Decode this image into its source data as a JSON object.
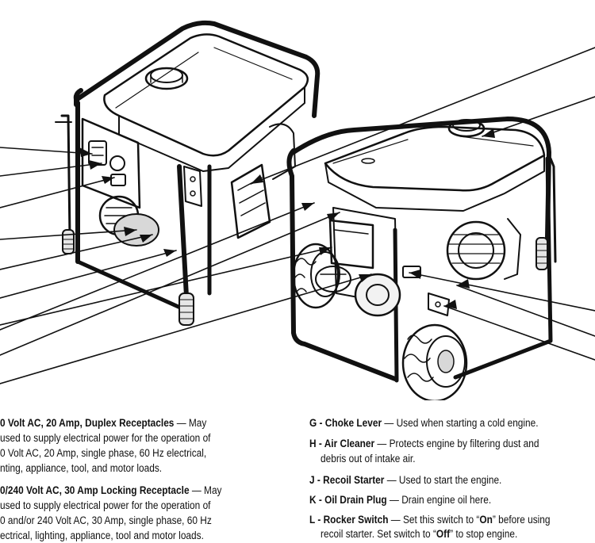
{
  "left_column": {
    "item_a": {
      "term": "0 Volt AC, 20 Amp, Duplex Receptacles",
      "dash": " — ",
      "line1_rest": "May",
      "line2": "used to supply electrical power for the operation of",
      "line3": "0 Volt AC, 20 Amp, single phase, 60 Hz electrical,",
      "line4": "nting, appliance, tool, and motor loads."
    },
    "item_b": {
      "term": "0/240 Volt AC, 30 Amp Locking Receptacle",
      "dash": " — ",
      "line1_rest": "May",
      "line2": "used to supply electrical power for the operation of",
      "line3": "0 and/or 240 Volt AC, 30 Amp, single phase, 60 Hz",
      "line4": "ectrical, lighting, appliance, tool and motor loads."
    }
  },
  "right_column": {
    "item_g": {
      "term": "G - Choke Lever",
      "dash": " — ",
      "rest": "Used when starting a cold engine."
    },
    "item_h": {
      "term": "H - Air Cleaner",
      "dash": " — ",
      "rest": "Protects engine by filtering dust and",
      "line2": "debris out of intake air."
    },
    "item_j": {
      "term": "J - Recoil Starter",
      "dash": " — ",
      "rest": "Used to start the engine."
    },
    "item_k": {
      "term": "K - Oil Drain Plug",
      "dash": " — ",
      "rest": "Drain engine oil here."
    },
    "item_l": {
      "term": "L - Rocker Switch",
      "dash": " — ",
      "rest_a": "Set this switch to “",
      "on": "On",
      "rest_b": "” before using",
      "line2_a": "recoil starter. Set switch to “",
      "off": "Off",
      "line2_b": "” to stop engine."
    }
  },
  "illustration": {
    "subject": "two portable generators with callout leader lines"
  }
}
